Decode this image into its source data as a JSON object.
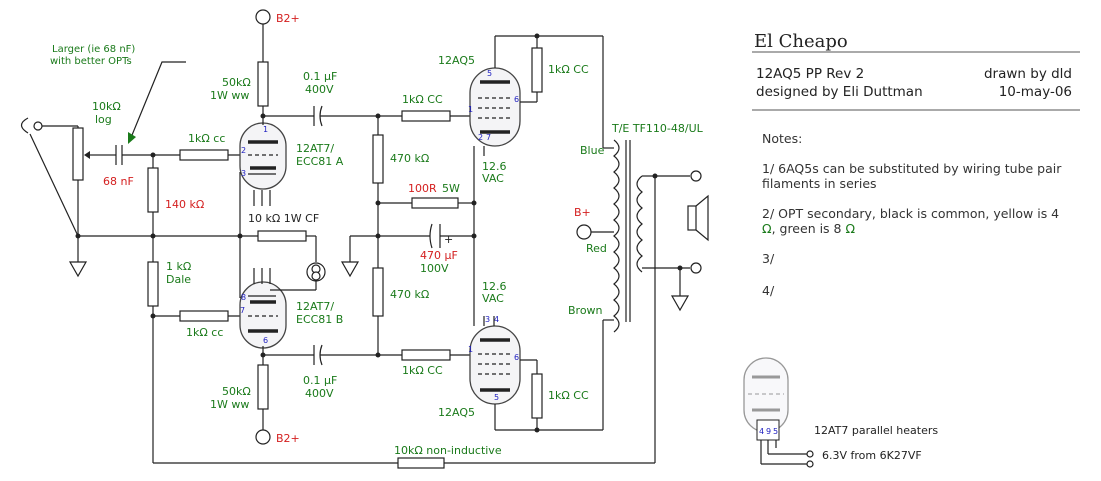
{
  "title_block": {
    "title": "El Cheapo",
    "subtitle": "12AQ5 PP Rev 2",
    "drawn_by": "drawn by dld",
    "designed_by": "designed by Eli Duttman",
    "date": "10-may-06"
  },
  "notes": {
    "heading": "Notes:",
    "n1_line1": "1/ 6AQ5s can be substituted by wiring tube pair",
    "n1_line2": "filaments in series",
    "n2_line1": "2/ OPT secondary, black is common, yellow is 4",
    "n2_line2_a": "Ω",
    "n2_line2_b": ", green is 8 ",
    "n2_line2_c": "Ω",
    "n3": "3/",
    "n4": "4/"
  },
  "labels": {
    "b2_top": "B2+",
    "b2_bottom": "B2+",
    "bplus": "B+",
    "larger_1": "Larger (ie 68 nF)",
    "larger_2": "with better OPTs",
    "pot_1": "10kΩ",
    "pot_2": "log",
    "cap_in": "68 nF",
    "r_grid": "1kΩ cc",
    "r_grid_b": "1kΩ cc",
    "r_140": "140 kΩ",
    "r_dale_1": "1 kΩ",
    "r_dale_2": "Dale",
    "r_plate_top_1": "50kΩ",
    "r_plate_top_2": "1W ww",
    "r_plate_bot_1": "50kΩ",
    "r_plate_bot_2": "1W ww",
    "c_top_1": "0.1 µF",
    "c_top_2": "400V",
    "c_bot_1": "0.1 µF",
    "c_bot_2": "400V",
    "tube_a_1": "12AT7/",
    "tube_a_2": "ECC81 A",
    "tube_b_1": "12AT7/",
    "tube_b_2": "ECC81 B",
    "r_10k_cf": "10 kΩ 1W CF",
    "r_470_top": "470 kΩ",
    "r_470_bot": "470 kΩ",
    "r_100r": "100R",
    "r_100r_w": "5W",
    "c_470_1": "470 µF",
    "c_470_2": "100V",
    "r_gs_top": "1kΩ CC",
    "r_gs_bot": "1kΩ CC",
    "pwr_top": "12AQ5",
    "pwr_bot": "12AQ5",
    "r_screen_top": "1kΩ CC",
    "r_screen_bot": "1kΩ CC",
    "vac_top_1": "12.6",
    "vac_top_2": "VAC",
    "vac_bot_1": "12.6",
    "vac_bot_2": "VAC",
    "opt": "T/E TF110-48/UL",
    "blue": "Blue",
    "red": "Red",
    "brown": "Brown",
    "r_nfb": "10kΩ non-inductive",
    "heaters": "12AT7 parallel heaters",
    "heater_src": "6.3V from 6K27VF"
  },
  "pins": {
    "a_plate": "1",
    "a_grid": "2",
    "a_cath": "3",
    "b_plate": "6",
    "b_grid": "7",
    "b_cath": "8",
    "pt_5": "5",
    "pt_1": "1",
    "pt_6": "6",
    "pt_2": "2",
    "pt_7": "7",
    "pb_3": "3",
    "pb_4": "4",
    "pb_1": "1",
    "pb_6": "6",
    "pb_5": "5",
    "h_4": "4",
    "h_9": "9",
    "h_5": "5"
  }
}
